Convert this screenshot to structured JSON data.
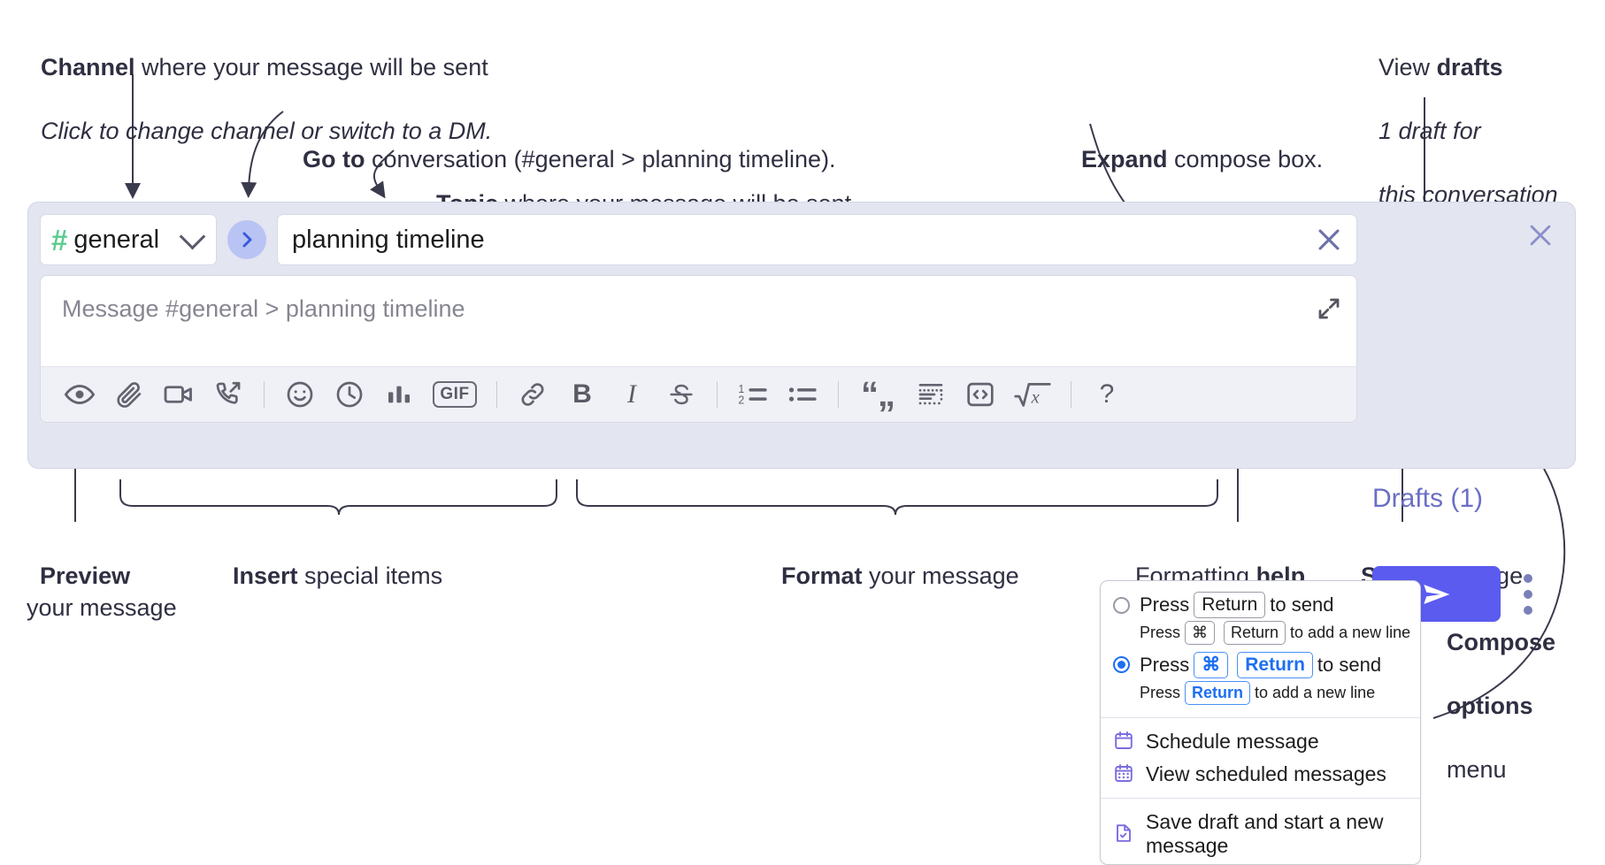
{
  "annotations": {
    "channel": {
      "bold": "Channel",
      "rest": " where your message will be sent",
      "italic": "Click to change channel or switch to a DM."
    },
    "goto": {
      "bold": "Go to",
      "rest": " conversation (#general > planning timeline)."
    },
    "topic": {
      "bold": "Topic",
      "rest": " where your message will be sent"
    },
    "expand": {
      "bold": "Expand",
      "rest": " compose box."
    },
    "drafts": {
      "plain": "View ",
      "bold": "drafts",
      "italic1": "1 draft for",
      "italic2": "this conversation"
    },
    "preview": {
      "bold": "Preview",
      "rest": "your message"
    },
    "insert": {
      "bold": "Insert",
      "rest": " special items"
    },
    "format": {
      "bold": "Format",
      "rest": " your message"
    },
    "help": {
      "plain": "Formatting ",
      "bold": "help"
    },
    "send": {
      "bold": "Send",
      "rest": " message"
    },
    "compose_options": {
      "bold1": "Compose",
      "bold2": "options",
      "rest": "menu"
    }
  },
  "compose": {
    "channel": "general",
    "channel_hash": "#",
    "topic_value": "planning timeline",
    "message_placeholder": "Message #general > planning timeline",
    "drafts_label": "Drafts (1)",
    "toolbar": [
      {
        "name": "preview-icon",
        "label": "Preview"
      },
      {
        "name": "attachment-icon",
        "label": "Attach file"
      },
      {
        "name": "video-icon",
        "label": "Record video clip"
      },
      {
        "name": "audio-call-icon",
        "label": "Record audio clip"
      },
      {
        "name": "emoji-icon",
        "label": "Emoji"
      },
      {
        "name": "clock-icon",
        "label": "Reminder"
      },
      {
        "name": "poll-icon",
        "label": "Poll"
      },
      {
        "name": "gif-icon",
        "label": "GIF"
      },
      {
        "name": "link-icon",
        "label": "Link"
      },
      {
        "name": "bold-icon",
        "label": "B"
      },
      {
        "name": "italic-icon",
        "label": "I"
      },
      {
        "name": "strikethrough-icon",
        "label": "S"
      },
      {
        "name": "ordered-list-icon",
        "label": "Ordered list"
      },
      {
        "name": "bulleted-list-icon",
        "label": "Bulleted list"
      },
      {
        "name": "blockquote-icon",
        "label": "Blockquote"
      },
      {
        "name": "code-block-icon",
        "label": "Code block"
      },
      {
        "name": "code-icon",
        "label": "Code"
      },
      {
        "name": "math-icon",
        "label": "Math"
      },
      {
        "name": "help-icon",
        "label": "?"
      }
    ]
  },
  "menu": {
    "option1": {
      "pre": "Press",
      "key": "Return",
      "post": "to send",
      "selected": false
    },
    "option1_sub": {
      "pre": "Press",
      "key1": "⌘",
      "key2": "Return",
      "post": "to add a new line"
    },
    "option2": {
      "pre": "Press",
      "key1": "⌘",
      "key2": "Return",
      "post": "to send",
      "selected": true
    },
    "option2_sub": {
      "pre": "Press",
      "key": "Return",
      "post": "to add a new line"
    },
    "items": [
      {
        "icon": "calendar-icon",
        "label": "Schedule message"
      },
      {
        "icon": "calendar-grid-icon",
        "label": "View scheduled messages"
      },
      {
        "icon": "save-draft-icon",
        "label": "Save draft and start a new message"
      }
    ]
  },
  "colors": {
    "accent": "#5b5bf0",
    "compose_bg": "#e3e5f1",
    "hash_green": "#5ccb8f",
    "drafts_link": "#6b6fc4",
    "menu_blue": "#1d6ff2",
    "menu_icon_purple": "#7a6ce0"
  }
}
